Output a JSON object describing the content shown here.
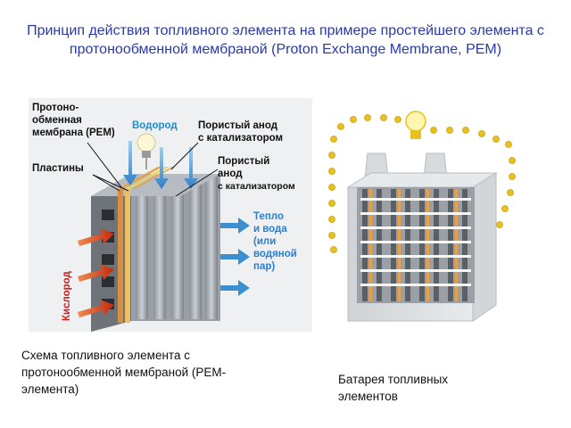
{
  "title": "Принцип действия топливного элемента на примере простейшего элемента с протонообменной мембраной (Proton Exchange Membrane, PEM)",
  "left_figure": {
    "labels": {
      "membrane_1": "Протоно-",
      "membrane_2": "обменная",
      "membrane_3": "мембрана (PEM)",
      "plates": "Пластины",
      "hydrogen": "Водород",
      "anode_1a": "Пористый анод",
      "anode_1b": "с катализатором",
      "anode_2a": "Пористый",
      "anode_2b": "анод",
      "anode_2c": "с катализатором",
      "heat_1": "Тепло",
      "heat_2": "и вода",
      "heat_3": "(или",
      "heat_4": "водяной",
      "heat_5": "пар)",
      "oxygen": "Кислород"
    }
  },
  "captions": {
    "left_1": "Схема топливного элемента с",
    "left_2": "протонообменной мембраной (PEM-",
    "left_3": "элемента)",
    "right_1": "Батарея топливных",
    "right_2": "элементов"
  },
  "colors": {
    "title": "#2a3aa8",
    "hydrogen_text": "#1a8fd0",
    "heat_text": "#2a7fd0",
    "oxygen_text": "#d02020",
    "arrow_blue": "#3b8fd0",
    "arrow_red": "#d04020",
    "bulb_wire": "#e8c020"
  }
}
